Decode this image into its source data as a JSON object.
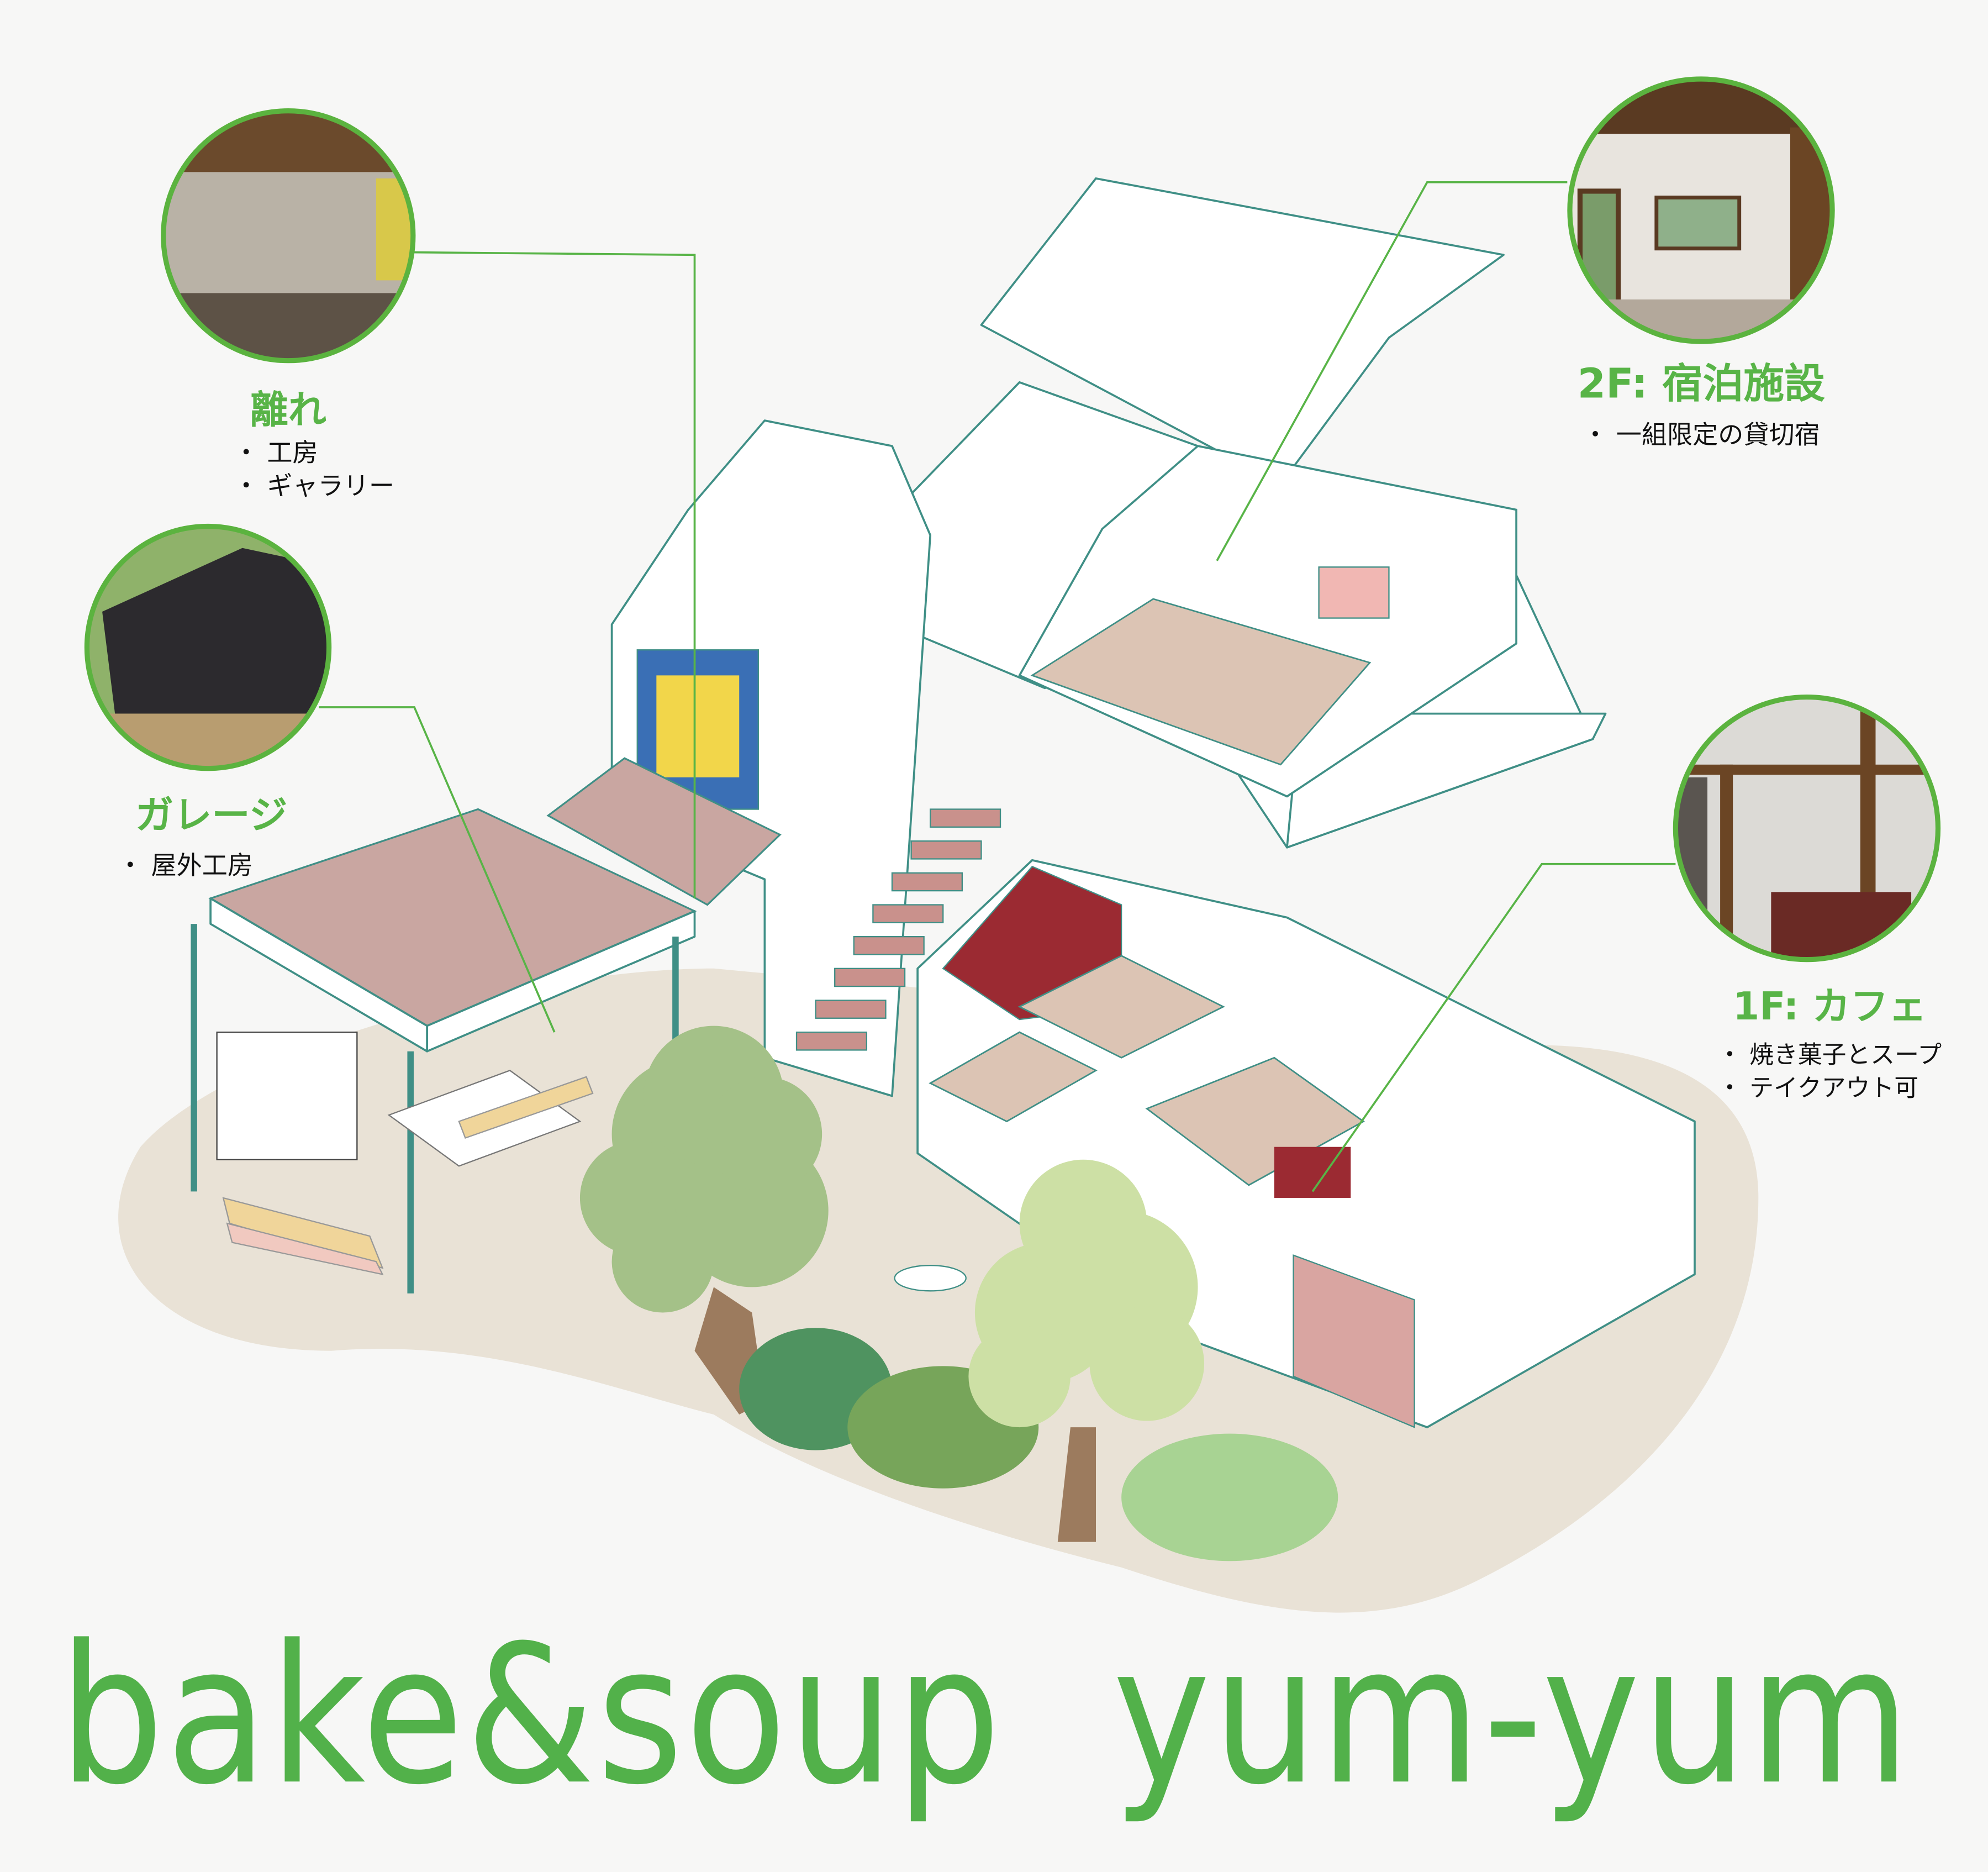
{
  "sections": {
    "hanare": {
      "title": "離れ",
      "items": [
        "・ 工房",
        "・ ギャラリー"
      ]
    },
    "garage": {
      "title": "ガレージ",
      "items": [
        "・ 屋外工房"
      ]
    },
    "floor2": {
      "title": "2F: 宿泊施設",
      "items": [
        "・ 一組限定の貸切宿"
      ]
    },
    "floor1": {
      "title": "1F: カフェ",
      "items": [
        "・ 焼き菓子とスープ",
        "・ テイクアウト可"
      ]
    }
  },
  "brand": {
    "name": "bake&soup  yum-yum"
  },
  "colors": {
    "accent": "#58b447",
    "line": "#3f8f86",
    "ground": "#e9e2d6",
    "deck": "#c9a6a1",
    "wall_red": "#9b2a32"
  }
}
